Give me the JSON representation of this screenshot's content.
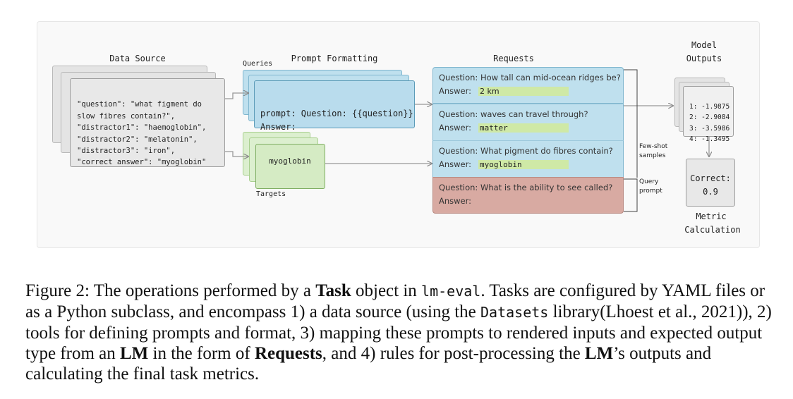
{
  "headers": {
    "data_source": "Data Source",
    "prompt_formatting": "Prompt Formatting",
    "requests": "Requests",
    "model_outputs_line1": "Model",
    "model_outputs_line2": "Outputs",
    "metric_line1": "Metric",
    "metric_line2": "Calculation",
    "queries": "Queries",
    "targets": "Targets"
  },
  "data_source": {
    "lines": [
      "\"question\": \"what figment do",
      "slow fibres contain?\",",
      "\"distractor1\": \"haemoglobin\",",
      "\"distractor2\": \"melatonin\",",
      "\"distractor3\": \"iron\",",
      "\"correct answer\": \"myoglobin\""
    ]
  },
  "prompt": {
    "line1": "prompt: Question: {{question}}",
    "line2": "Answer:"
  },
  "target": "myoglobin",
  "requests": [
    {
      "question": "Question: How tall can mid-ocean ridges be?",
      "answer_label": "Answer:",
      "answer": "2 km",
      "color": "#bfe0ee"
    },
    {
      "question": "Question: waves can travel through?",
      "answer_label": "Answer:",
      "answer": "matter",
      "color": "#bfe0ee"
    },
    {
      "question": "Question: What pigment do fibres contain?",
      "answer_label": "Answer:",
      "answer": "myoglobin",
      "color": "#bfe0ee"
    },
    {
      "question": "Question: What is the ability to see called?",
      "answer_label": "Answer:",
      "answer": "",
      "color": "#d8aaa2"
    }
  ],
  "brackets": {
    "few_shot_1": "Few-shot",
    "few_shot_2": "samples",
    "query_1": "Query",
    "query_2": "prompt"
  },
  "outputs": [
    "1: -1.9875",
    "2: -2.9084",
    "3: -3.5986",
    "4: -1.3495"
  ],
  "metric": {
    "line1": "Correct:",
    "line2": "0.9"
  },
  "caption": {
    "p1": "Figure 2: The operations performed by a ",
    "task": "Task",
    "p2": " object in ",
    "code1": "lm-eval",
    "p3": ". Tasks are configured by YAML files or as a Python subclass, and encompass 1) a data source (using the ",
    "code2": "Datasets",
    "p4": " library(Lhoest et al., 2021)), 2) tools for defining prompts and format, 3) mapping these prompts to rendered inputs and expected output type from an ",
    "lm1": "LM",
    "p5": " in the form of ",
    "requests": "Requests",
    "p6": ", and 4) rules for post-processing the ",
    "lm2": "LM",
    "p7": "’s outputs and calculating the final task metrics."
  }
}
